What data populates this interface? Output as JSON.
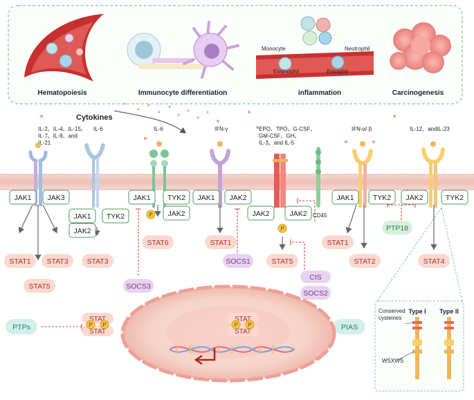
{
  "top_panel": {
    "titles": [
      "Hematopoiesis",
      "Immunocyte differentiation",
      "inflammation",
      "Carcinogenesis"
    ],
    "cell_labels": {
      "monocyte": "Monocyte",
      "neutrophil": "Neutrophil",
      "eosinophil": "Eosinophil",
      "basophil": "Basophil"
    }
  },
  "cytokines_label": "Cytokines",
  "receptors": {
    "r1": "IL-2、IL-4、IL-15、\nIL-7、IL-9、and\nIL-21",
    "r2": "IL-6",
    "r3": "IL-6",
    "r4": "IFN-γ",
    "r5": "EPO、TPO、G-CSF、\nGM-CSF、GH、\nIL-3、and IL-5",
    "r6": "IFN-α/ β",
    "r7": "IL-12、andIL-23"
  },
  "jaks": {
    "j1": "JAK1",
    "j2": "JAK3",
    "j3": "JAK1",
    "j4": "JAK2",
    "j5": "TYK2",
    "j6": "JAK1",
    "j7": "TYK2",
    "j8": "JAK2",
    "j9": "JAK1",
    "j10": "JAK2",
    "j11": "JAK2",
    "j12": "JAK2",
    "j13": "JAK1",
    "j14": "TYK2",
    "j15": "JAK2",
    "j16": "TYK2"
  },
  "cd45": "CD45",
  "phospho": "P",
  "stats": {
    "s1": "STAT1",
    "s2": "STAT3",
    "s3": "STAT5",
    "s4": "STAT3",
    "s5": "STAT6",
    "s6": "STAT1",
    "s7": "STAT5",
    "s8": "STAT1",
    "s9": "STAT2",
    "s10": "STAT4"
  },
  "regulators": {
    "socs1": "SOCS1",
    "socs3": "SOCS3",
    "cis": "CIS",
    "socs2": "SOCS2",
    "ptp18": "PTP18",
    "ptps": "PTPs",
    "pias": "PIAS"
  },
  "dimer_label": "STAT",
  "inset": {
    "conserved": "Conserved\ncysteines",
    "wsxws": "WSXWS",
    "type1": "Type I",
    "type2": "Type II"
  },
  "colors": {
    "membrane": "#f3c9c3",
    "stat_fill": "#fbd9cf",
    "jak_border": "#4a9a5a",
    "purple": "#e7d3ef",
    "teal": "#d3efe9",
    "dash_green": "#7cc49a"
  }
}
